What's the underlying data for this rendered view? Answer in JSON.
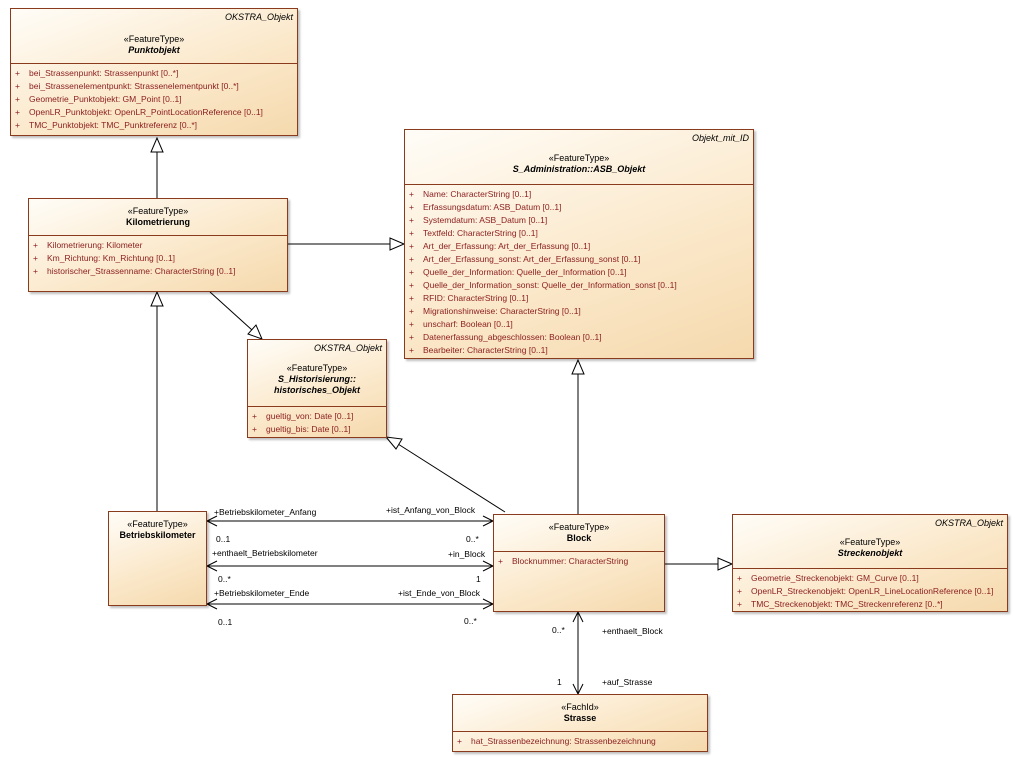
{
  "classes": {
    "punktobjekt": {
      "parent": "OKSTRA_Objekt",
      "stereotype": "«FeatureType»",
      "name": "Punktobjekt",
      "attributes": [
        {
          "vis": "+",
          "text": "bei_Strassenpunkt: Strassenpunkt [0..*]"
        },
        {
          "vis": "+",
          "text": "bei_Strassenelementpunkt: Strassenelementpunkt [0..*]"
        },
        {
          "vis": "+",
          "text": "Geometrie_Punktobjekt: GM_Point [0..1]"
        },
        {
          "vis": "+",
          "text": "OpenLR_Punktobjekt: OpenLR_PointLocationReference [0..1]"
        },
        {
          "vis": "+",
          "text": "TMC_Punktobjekt: TMC_Punktreferenz [0..*]"
        }
      ]
    },
    "asb_objekt": {
      "parent": "Objekt_mit_ID",
      "stereotype": "«FeatureType»",
      "name": "S_Administration::ASB_Objekt",
      "attributes": [
        {
          "vis": "+",
          "text": "Name: CharacterString [0..1]"
        },
        {
          "vis": "+",
          "text": "Erfassungsdatum: ASB_Datum [0..1]"
        },
        {
          "vis": "+",
          "text": "Systemdatum: ASB_Datum [0..1]"
        },
        {
          "vis": "+",
          "text": "Textfeld: CharacterString [0..1]"
        },
        {
          "vis": "+",
          "text": "Art_der_Erfassung: Art_der_Erfassung [0..1]"
        },
        {
          "vis": "+",
          "text": "Art_der_Erfassung_sonst: Art_der_Erfassung_sonst [0..1]"
        },
        {
          "vis": "+",
          "text": "Quelle_der_Information: Quelle_der_Information [0..1]"
        },
        {
          "vis": "+",
          "text": "Quelle_der_Information_sonst: Quelle_der_Information_sonst [0..1]"
        },
        {
          "vis": "+",
          "text": "RFID: CharacterString [0..1]"
        },
        {
          "vis": "+",
          "text": "Migrationshinweise: CharacterString [0..1]"
        },
        {
          "vis": "+",
          "text": "unscharf: Boolean [0..1]"
        },
        {
          "vis": "+",
          "text": "Datenerfassung_abgeschlossen: Boolean [0..1]"
        },
        {
          "vis": "+",
          "text": "Bearbeiter: CharacterString [0..1]"
        }
      ]
    },
    "kilometrierung": {
      "stereotype": "«FeatureType»",
      "name": "Kilometrierung",
      "attributes": [
        {
          "vis": "+",
          "text": "Kilometrierung: Kilometer"
        },
        {
          "vis": "+",
          "text": "Km_Richtung: Km_Richtung [0..1]"
        },
        {
          "vis": "+",
          "text": "historischer_Strassenname: CharacterString [0..1]"
        }
      ]
    },
    "historisches_objekt": {
      "parent": "OKSTRA_Objekt",
      "stereotype": "«FeatureType»",
      "name_line1": "S_Historisierung::",
      "name_line2": "historisches_Objekt",
      "attributes": [
        {
          "vis": "+",
          "text": "gueltig_von: Date [0..1]"
        },
        {
          "vis": "+",
          "text": "gueltig_bis: Date [0..1]"
        }
      ]
    },
    "betriebskilometer": {
      "stereotype": "«FeatureType»",
      "name": "Betriebskilometer"
    },
    "block": {
      "stereotype": "«FeatureType»",
      "name": "Block",
      "attributes": [
        {
          "vis": "+",
          "text": "Blocknummer: CharacterString"
        }
      ]
    },
    "streckenobjekt": {
      "parent": "OKSTRA_Objekt",
      "stereotype": "«FeatureType»",
      "name": "Streckenobjekt",
      "attributes": [
        {
          "vis": "+",
          "text": "Geometrie_Streckenobjekt: GM_Curve [0..1]"
        },
        {
          "vis": "+",
          "text": "OpenLR_Streckenobjekt: OpenLR_LineLocationReference [0..1]"
        },
        {
          "vis": "+",
          "text": "TMC_Streckenobjekt: TMC_Streckenreferenz [0..*]"
        }
      ]
    },
    "strasse": {
      "stereotype": "«FachId»",
      "name": "Strasse",
      "attributes": [
        {
          "vis": "+",
          "text": "hat_Strassenbezeichnung: Strassenbezeichnung"
        }
      ]
    }
  },
  "associations": {
    "anfang": {
      "role_left": "+Betriebskilometer_Anfang",
      "role_right": "+ist_Anfang_von_Block",
      "mult_left": "0..1",
      "mult_right": "0..*"
    },
    "enthaelt_bk": {
      "role_left": "+enthaelt_Betriebskilometer",
      "role_right": "+in_Block",
      "mult_left": "0..*",
      "mult_right": "1"
    },
    "ende": {
      "role_left": "+Betriebskilometer_Ende",
      "role_right": "+ist_Ende_von_Block",
      "mult_left": "0..1",
      "mult_right": "0..*"
    },
    "block_strasse": {
      "role_top": "+enthaelt_Block",
      "mult_top": "0..*",
      "role_bottom": "+auf_Strasse",
      "mult_bottom": "1"
    }
  }
}
